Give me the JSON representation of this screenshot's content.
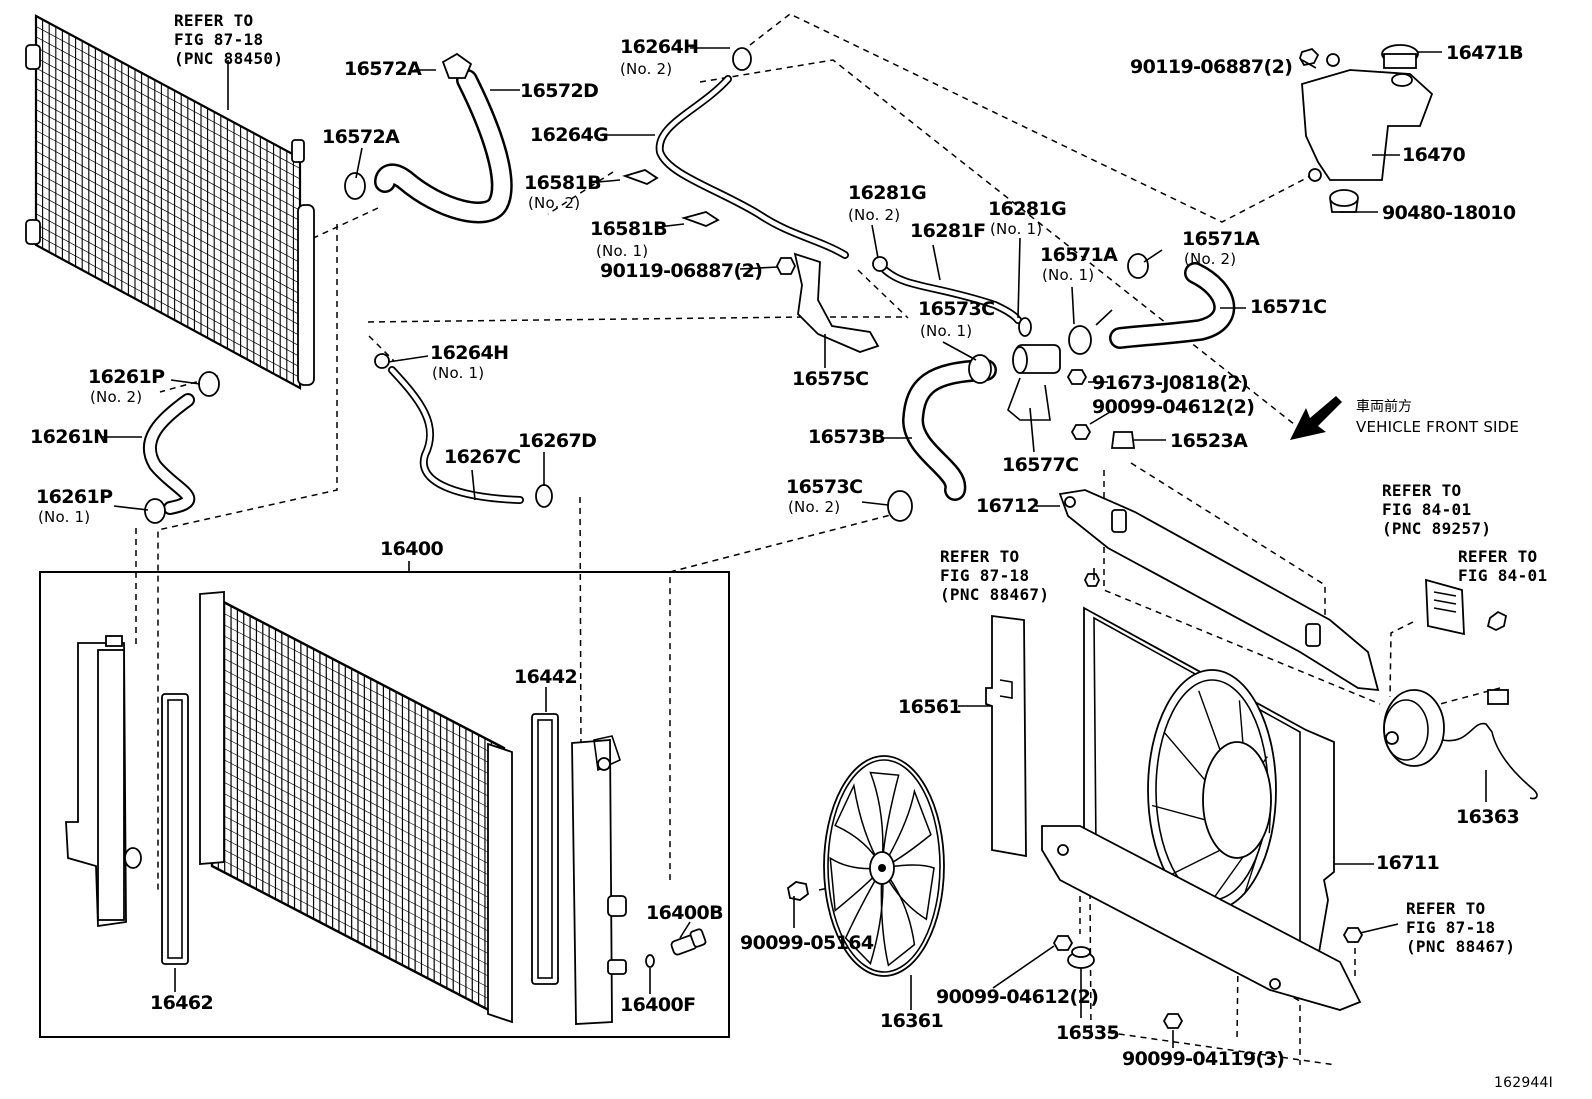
{
  "labels": {
    "p16572A_top": "16572A",
    "p16572D": "16572D",
    "p16572A_mid": "16572A",
    "p16264H_top": "16264H",
    "p16264H_top_sub": "(No. 2)",
    "p16264G": "16264G",
    "p16581B_2": "16581B",
    "p16581B_2_sub": "(No. 2)",
    "p16581B_1": "16581B",
    "p16581B_1_sub": "(No. 1)",
    "p90119_mid": "90119-06887(2)",
    "p16281G_2": "16281G",
    "p16281G_2_sub": "(No. 2)",
    "p16281G_1": "16281G",
    "p16281G_1_sub": "(No. 1)",
    "p16281F": "16281F",
    "p16573C_1": "16573C",
    "p16573C_1_sub": "(No. 1)",
    "p16575C": "16575C",
    "p16571A_1": "16571A",
    "p16571A_1_sub": "(No. 1)",
    "p16571A_2": "16571A",
    "p16571A_2_sub": "(No. 2)",
    "p16571C": "16571C",
    "p90119_top": "90119-06887(2)",
    "p16471B": "16471B",
    "p16470": "16470",
    "p90480": "90480-18010",
    "p91673": "91673-J0818(2)",
    "p90099_04612_top": "90099-04612(2)",
    "p16523A": "16523A",
    "p16577C": "16577C",
    "p16573B": "16573B",
    "p16573C_2": "16573C",
    "p16573C_2_sub": "(No. 2)",
    "p16712": "16712",
    "p16261P_2": "16261P",
    "p16261P_2_sub": "(No. 2)",
    "p16261N": "16261N",
    "p16261P_1": "16261P",
    "p16261P_1_sub": "(No. 1)",
    "p16264H_mid": "16264H",
    "p16264H_mid_sub": "(No. 1)",
    "p16267C": "16267C",
    "p16267D": "16267D",
    "p16400": "16400",
    "p16442": "16442",
    "p16462": "16462",
    "p16400B": "16400B",
    "p16400F": "16400F",
    "p16561": "16561",
    "p16361": "16361",
    "p90099_05164": "90099-05164",
    "p90099_04612_bot": "90099-04612(2)",
    "p16535": "16535",
    "p90099_04119": "90099-04119(3)",
    "p16711": "16711",
    "p16363": "16363",
    "front_jp": "車両前方",
    "front_en": "VEHICLE FRONT SIDE",
    "refer_condenser": "REFER TO\nFIG 87-18\n(PNC 88450)",
    "refer_shroud_left": "REFER TO\nFIG 87-18\n(PNC 88467)",
    "refer_relay": "REFER TO\nFIG 84-01\n(PNC 89257)",
    "refer_bolt": "REFER TO\nFIG 84-01",
    "refer_shroud_right": "REFER TO\nFIG 87-18\n(PNC 88467)",
    "figure_id": "162944I"
  }
}
